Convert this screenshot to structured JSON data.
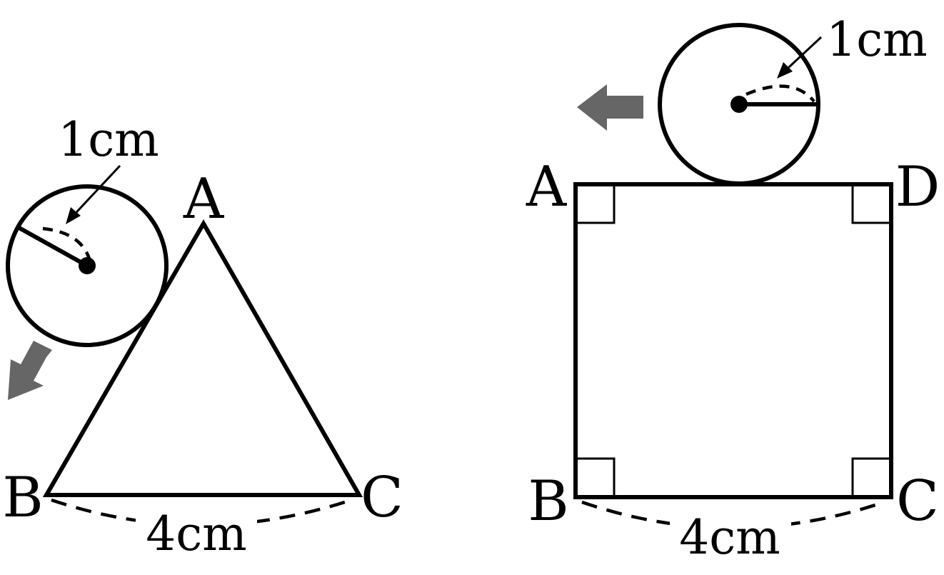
{
  "triangle_figure": {
    "vertex_a": "A",
    "vertex_b": "B",
    "vertex_c": "C",
    "radius_label": "1cm",
    "side_label": "4cm"
  },
  "square_figure": {
    "vertex_a": "A",
    "vertex_b": "B",
    "vertex_c": "C",
    "vertex_d": "D",
    "radius_label": "1cm",
    "side_label": "4cm"
  },
  "colors": {
    "outline": "#000000",
    "direction_arrow": "#666666"
  }
}
